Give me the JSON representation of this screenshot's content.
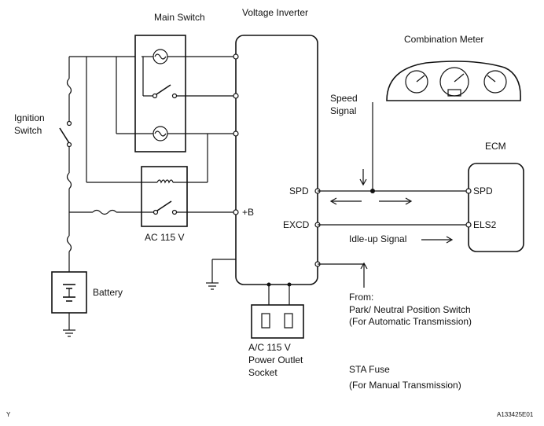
{
  "labels": {
    "main_switch": "Main Switch",
    "voltage_inverter": "Voltage Inverter",
    "combination_meter": "Combination Meter",
    "speed_signal_line1": "Speed",
    "speed_signal_line2": "Signal",
    "ecm": "ECM",
    "ignition_switch_line1": "Ignition",
    "ignition_switch_line2": "Switch",
    "ac_115v_relay": "AC 115 V",
    "battery": "Battery",
    "outlet_line1": "A/C 115 V",
    "outlet_line2": "Power Outlet",
    "outlet_line3": "Socket",
    "from_line1": "From:",
    "from_line2": "Park/ Neutral Position Switch",
    "from_line3": "(For Automatic Transmission)",
    "sta_line1": "STA Fuse",
    "sta_line2": "(For Manual Transmission)",
    "idle_up_signal": "Idle-up Signal",
    "corner_mark": "Y",
    "figure_id": "A133425E01"
  },
  "terminals": {
    "inverter_spd": "SPD",
    "inverter_plus_b": "+B",
    "inverter_excd": "EXCD",
    "ecm_spd": "SPD",
    "ecm_els2": "ELS2"
  }
}
